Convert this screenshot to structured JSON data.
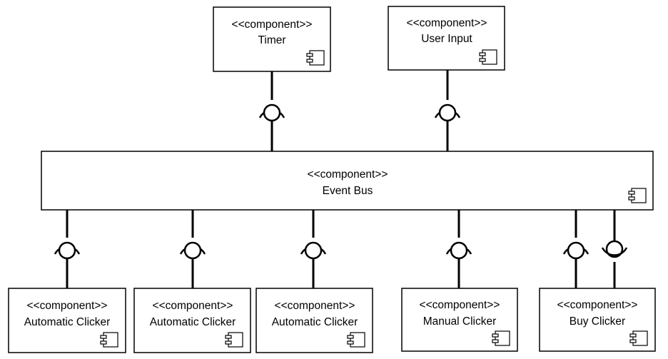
{
  "components": {
    "timer": {
      "stereotype": "<<component>>",
      "name": "Timer",
      "icon": "component-icon"
    },
    "user_input": {
      "stereotype": "<<component>>",
      "name": "User Input",
      "icon": "component-icon"
    },
    "event_bus": {
      "stereotype": "<<component>>",
      "name": "Event Bus",
      "icon": "component-icon"
    },
    "auto_clicker_1": {
      "stereotype": "<<component>>",
      "name": "Automatic Clicker",
      "icon": "component-icon"
    },
    "auto_clicker_2": {
      "stereotype": "<<component>>",
      "name": "Automatic Clicker",
      "icon": "component-icon"
    },
    "auto_clicker_3": {
      "stereotype": "<<component>>",
      "name": "Automatic Clicker",
      "icon": "component-icon"
    },
    "manual_clicker": {
      "stereotype": "<<component>>",
      "name": "Manual Clicker",
      "icon": "component-icon"
    },
    "buy_clicker": {
      "stereotype": "<<component>>",
      "name": "Buy Clicker",
      "icon": "component-icon"
    }
  },
  "connectors": [
    {
      "from": "timer",
      "to": "event_bus",
      "kind": "ball-and-socket"
    },
    {
      "from": "user_input",
      "to": "event_bus",
      "kind": "ball-and-socket"
    },
    {
      "from": "event_bus",
      "to": "auto_clicker_1",
      "kind": "ball-and-socket"
    },
    {
      "from": "event_bus",
      "to": "auto_clicker_2",
      "kind": "ball-and-socket"
    },
    {
      "from": "event_bus",
      "to": "auto_clicker_3",
      "kind": "ball-and-socket"
    },
    {
      "from": "event_bus",
      "to": "manual_clicker",
      "kind": "ball-and-socket"
    },
    {
      "from": "event_bus",
      "to": "buy_clicker",
      "kind": "ball-and-socket"
    },
    {
      "from": "buy_clicker",
      "to": "event_bus",
      "kind": "ball-and-socket"
    }
  ]
}
